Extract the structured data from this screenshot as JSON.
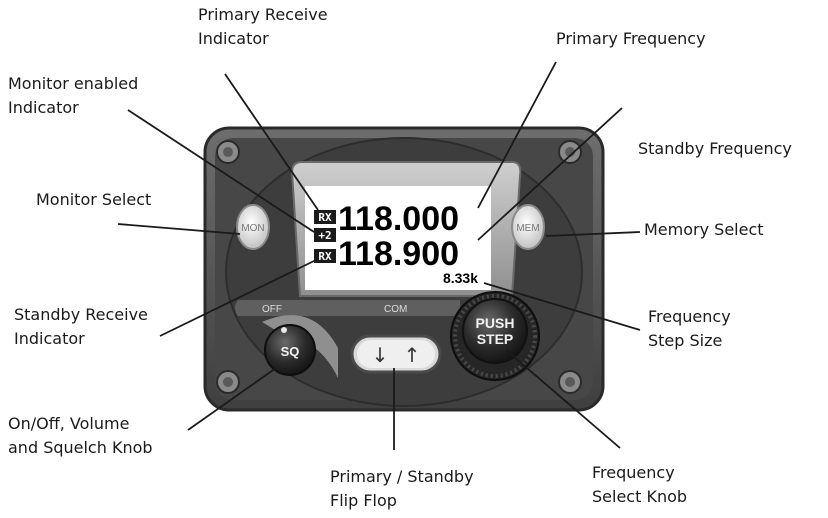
{
  "labels": {
    "top_fragment": "",
    "primary_receive_1": "Primary Receive",
    "primary_receive_2": "Indicator",
    "primary_frequency": "Primary Frequency",
    "monitor_enabled_1": "Monitor enabled",
    "monitor_enabled_2": "Indicator",
    "standby_frequency": "Standby Frequency",
    "monitor_select": "Monitor Select",
    "memory_select": "Memory Select",
    "standby_receive_1": "Standby Receive",
    "standby_receive_2": "Indicator",
    "step_size_1": "Frequency",
    "step_size_2": "Step Size",
    "onoff_1": "On/Off, Volume",
    "onoff_2": "and Squelch Knob",
    "flipflop_1": "Primary / Standby",
    "flipflop_2": "Flip Flop",
    "freq_knob_1": "Frequency",
    "freq_knob_2": "Select Knob"
  },
  "device": {
    "rx_badge_top": "RX",
    "monitor_badge": "+2",
    "rx_badge_bottom": "RX",
    "primary_frequency": "118.000",
    "standby_frequency": "118.900",
    "step_size": "8.33k",
    "mon_button": "MON",
    "mem_button": "MEM",
    "off_label": "OFF",
    "com_label": "COM",
    "sq_knob": "SQ",
    "push_line1": "PUSH",
    "push_line2": "STEP",
    "flip_down_arrow": "↓",
    "flip_up_arrow": "↑"
  },
  "colors": {
    "bezel": "#555555",
    "panel": "#3a3a3a",
    "lcd": "#ffffff",
    "knob": "#2e2e2e"
  }
}
